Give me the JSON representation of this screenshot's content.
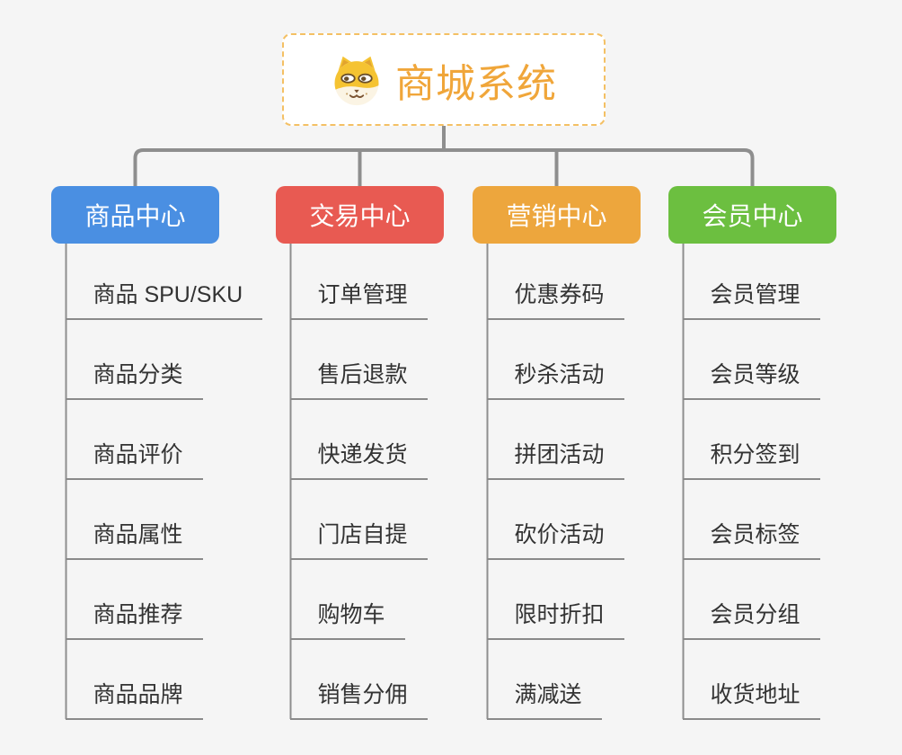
{
  "root": {
    "title": "商城系统",
    "icon": "doge-icon"
  },
  "branches": [
    {
      "label": "商品中心",
      "color": "#4a8fe2",
      "children": [
        "商品 SPU/SKU",
        "商品分类",
        "商品评价",
        "商品属性",
        "商品推荐",
        "商品品牌"
      ]
    },
    {
      "label": "交易中心",
      "color": "#e85a52",
      "children": [
        "订单管理",
        "售后退款",
        "快递发货",
        "门店自提",
        "购物车",
        "销售分佣"
      ]
    },
    {
      "label": "营销中心",
      "color": "#eda63d",
      "children": [
        "优惠券码",
        "秒杀活动",
        "拼团活动",
        "砍价活动",
        "限时折扣",
        "满减送"
      ]
    },
    {
      "label": "会员中心",
      "color": "#6cbf40",
      "children": [
        "会员管理",
        "会员等级",
        "积分签到",
        "会员标签",
        "会员分组",
        "收货地址"
      ]
    }
  ],
  "colors": {
    "background": "#f5f5f5",
    "connector": "#8e8e8e",
    "underline": "#8a8a8a",
    "leaf_text": "#333333",
    "root_text": "#f0a63a",
    "root_border": "#f4c064",
    "root_background": "#ffffff"
  }
}
